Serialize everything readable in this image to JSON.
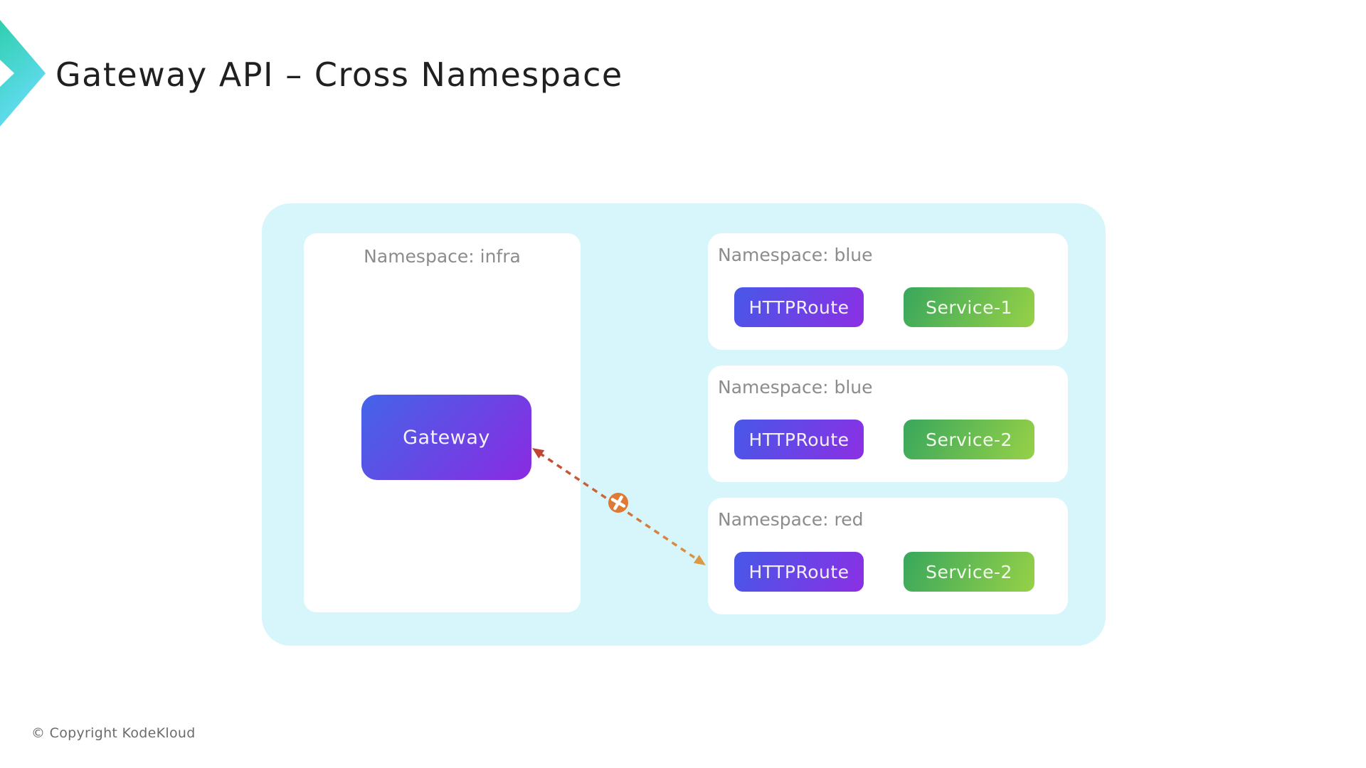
{
  "slide": {
    "title": "Gateway API – Cross Namespace",
    "copyright": "© Copyright KodeKloud"
  },
  "diagram": {
    "infra": {
      "label": "Namespace: infra",
      "gateway": "Gateway"
    },
    "namespaces": [
      {
        "label": "Namespace: blue",
        "route": "HTTPRoute",
        "service": "Service-1"
      },
      {
        "label": "Namespace: blue",
        "route": "HTTPRoute",
        "service": "Service-2"
      },
      {
        "label": "Namespace: red",
        "route": "HTTPRoute",
        "service": "Service-2"
      }
    ],
    "blocked_marker": "x-circle-icon on dashed arrow between Gateway and red HTTPRoute"
  },
  "colors": {
    "container_bg": "#d6f6fc",
    "panel_bg": "#ffffff",
    "gateway_gradient": [
      "#4464e8",
      "#8a2be2"
    ],
    "route_gradient": [
      "#4758e8",
      "#8c2fe4"
    ],
    "service_gradient": [
      "#38a75c",
      "#97d147"
    ],
    "arrow_red": "#bf4534",
    "arrow_orange": "#dd9a44",
    "blocked_badge": "#de7a33",
    "label_gray": "#8c8c8c",
    "title_color": "#202020",
    "copyright_color": "#6b6b6b",
    "logo_gradient": [
      "#2fcfae",
      "#66dcf6"
    ]
  }
}
